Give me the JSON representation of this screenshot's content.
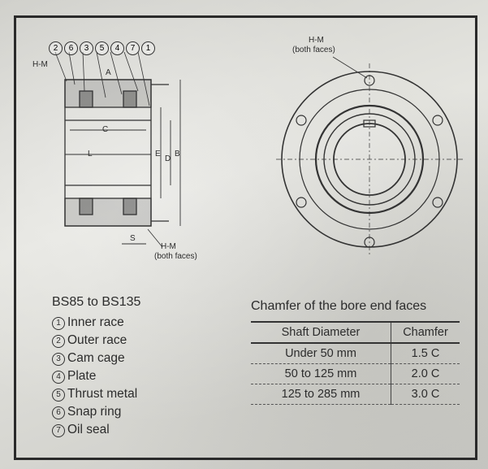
{
  "diagram": {
    "callouts": [
      "2",
      "6",
      "3",
      "5",
      "4",
      "7",
      "1"
    ],
    "side_labels": {
      "hm_top_left": "H-M",
      "hm_bottom": "H-M",
      "both_faces_bottom": "(both faces)",
      "dim_c": "C",
      "dim_l": "L",
      "dim_a": "A",
      "dim_e": "E",
      "dim_d": "D",
      "dim_b": "B",
      "dim_s": "S"
    },
    "front_labels": {
      "hm_top": "H-M",
      "both_faces_top": "(both faces)"
    }
  },
  "legend": {
    "title": "BS85 to BS135",
    "items": [
      {
        "num": "1",
        "label": "Inner race"
      },
      {
        "num": "2",
        "label": "Outer race"
      },
      {
        "num": "3",
        "label": "Cam cage"
      },
      {
        "num": "4",
        "label": "Plate"
      },
      {
        "num": "5",
        "label": "Thrust metal"
      },
      {
        "num": "6",
        "label": "Snap ring"
      },
      {
        "num": "7",
        "label": "Oil seal"
      }
    ]
  },
  "chamfer": {
    "title": "Chamfer of the bore end faces",
    "headers": [
      "Shaft Diameter",
      "Chamfer"
    ],
    "rows": [
      [
        "Under 50 mm",
        "1.5 C"
      ],
      [
        "50 to 125 mm",
        "2.0 C"
      ],
      [
        "125 to 285 mm",
        "3.0 C"
      ]
    ]
  }
}
